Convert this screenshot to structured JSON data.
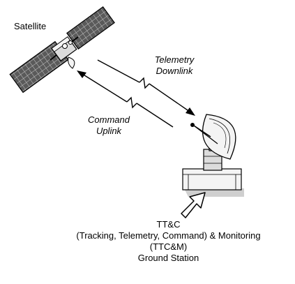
{
  "labels": {
    "satellite": "Satellite",
    "telemetry_line1": "Telemetry",
    "telemetry_line2": "Downlink",
    "command_line1": "Command",
    "command_line2": "Uplink",
    "station_line1": "TT&C",
    "station_line2": "(Tracking, Telemetry, Command) & Monitoring",
    "station_line3": "(TTC&M)",
    "station_line4": "Ground Station"
  },
  "colors": {
    "ink": "#000000",
    "panel_fill": "#5a5a5a",
    "panel_grid": "#c8c8c8",
    "body_fill": "#dcdcdc",
    "dish_fill": "#f4f4f4",
    "shadow": "#cfcfcf"
  },
  "icons": {
    "satellite": "satellite-icon",
    "ground_station": "satellite-dish-icon",
    "arrow": "block-arrow-icon"
  }
}
